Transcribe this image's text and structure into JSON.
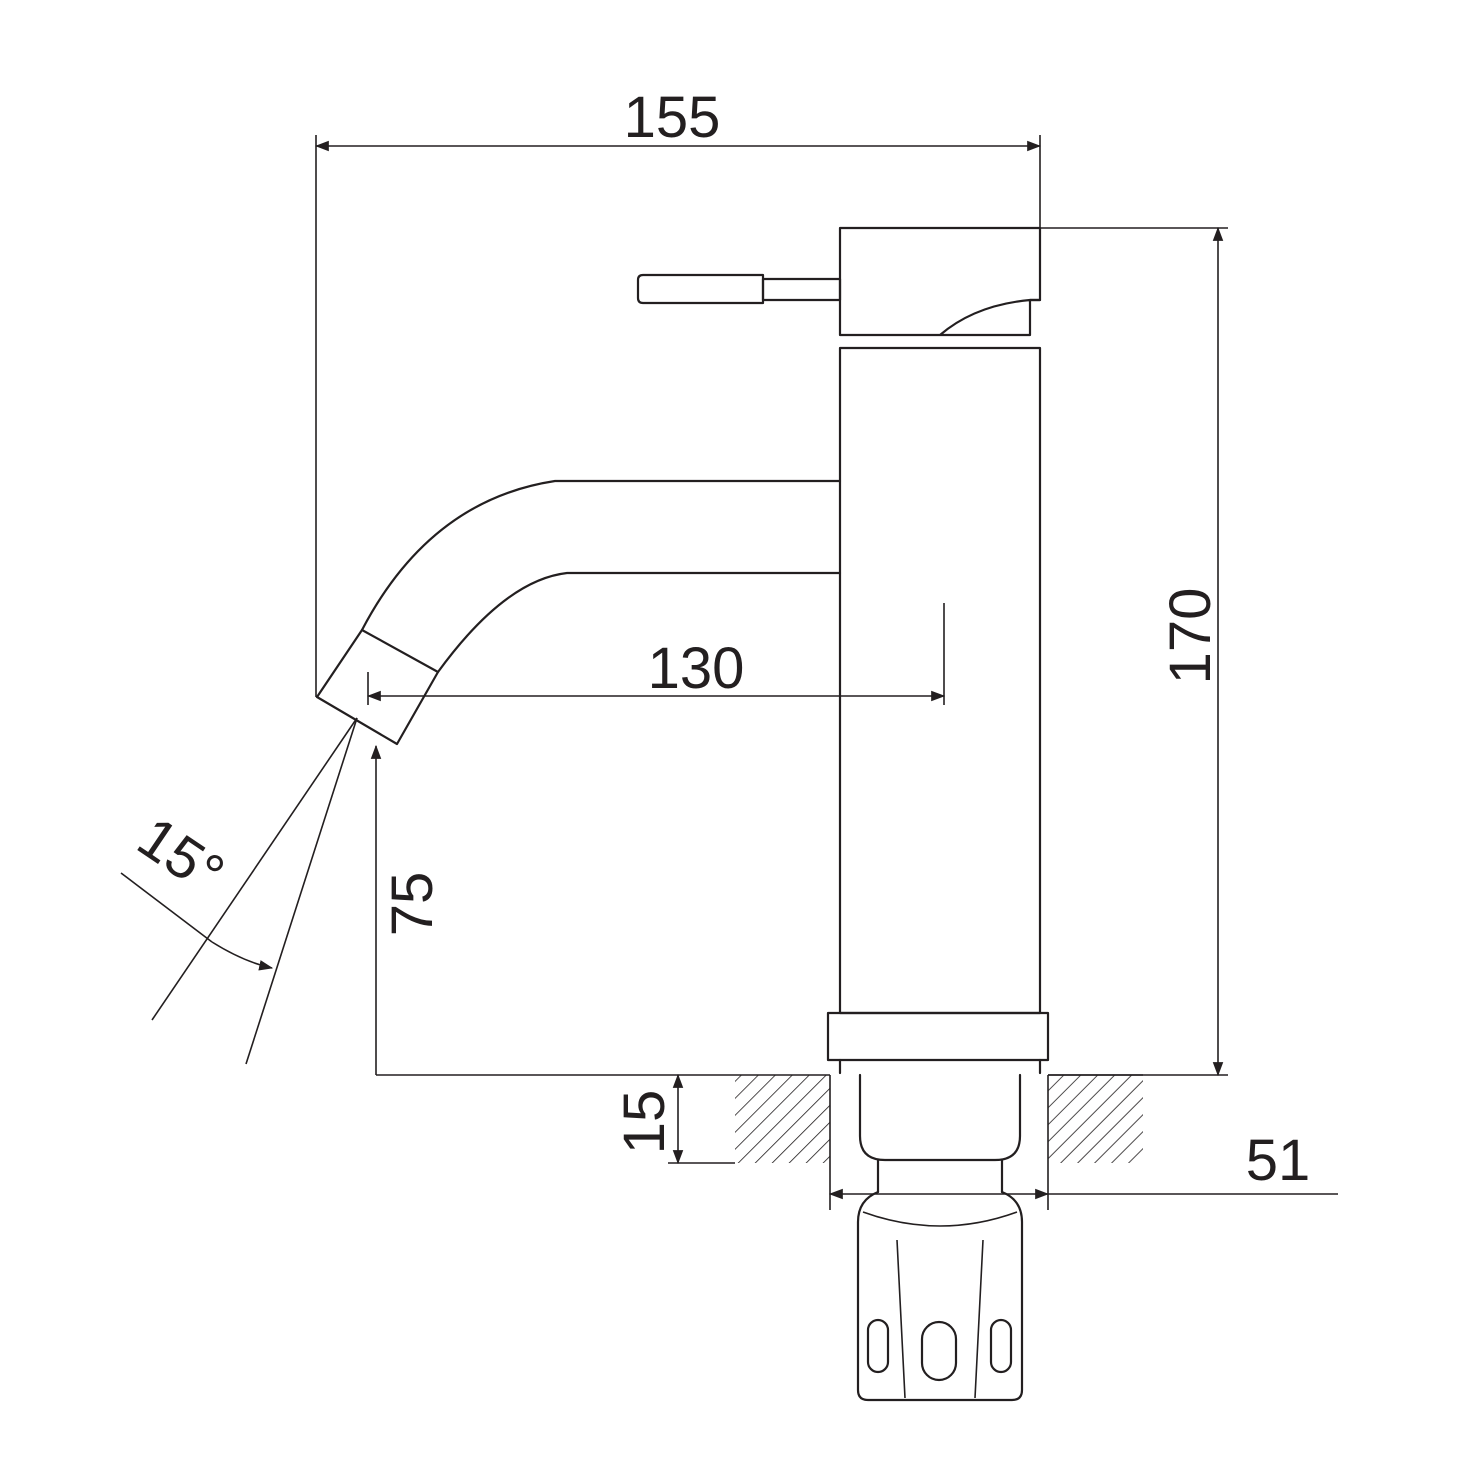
{
  "diagram": {
    "type": "technical drawing",
    "line_color": "#231f20",
    "background": "#ffffff",
    "dimensions": {
      "overall_width": "155",
      "spout_reach": "130",
      "overall_height": "170",
      "spout_height": "75",
      "mount_thickness": "15",
      "base_diameter": "51",
      "spray_angle": "15°"
    }
  }
}
